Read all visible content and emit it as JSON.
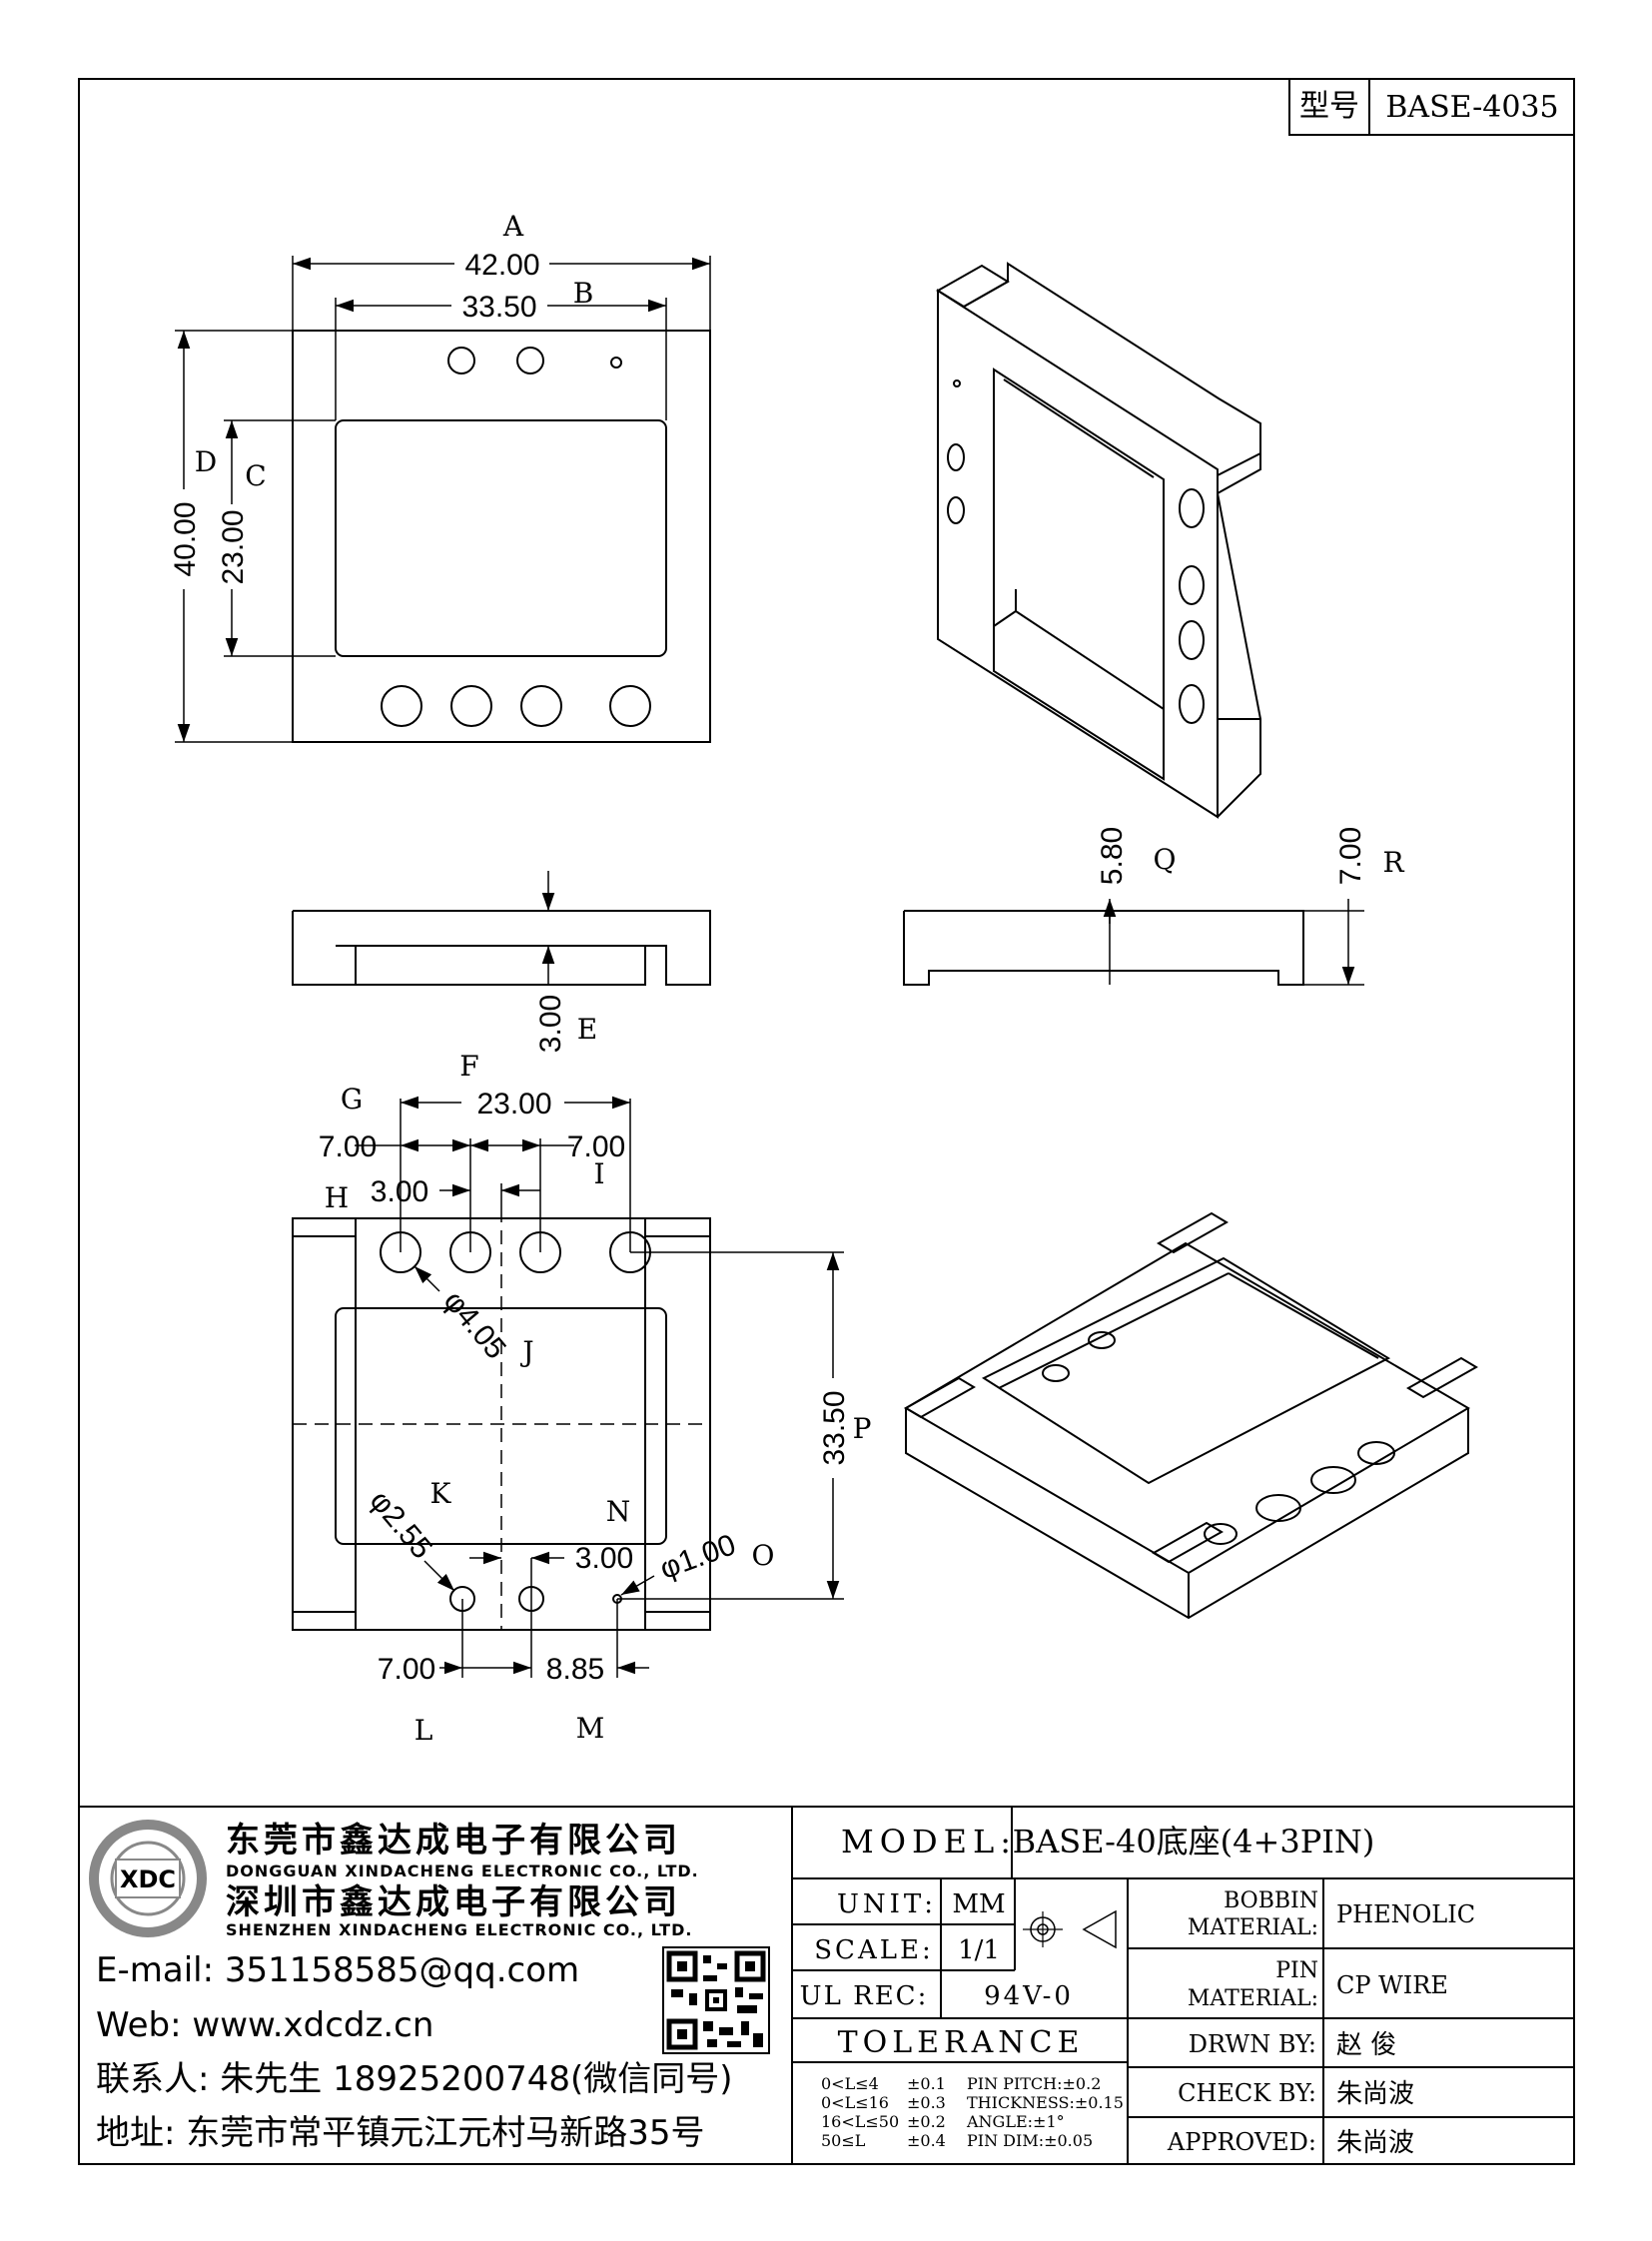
{
  "header": {
    "type_label": "型号",
    "model": "BASE-4035"
  },
  "dimensions": {
    "top": {
      "A": "A",
      "B": "B",
      "C": "C",
      "D": "D",
      "width_outer": "42.00",
      "width_inner": "33.50",
      "height_outer": "40.00",
      "height_inner": "23.00"
    },
    "front": {
      "E": "E",
      "step": "3.00"
    },
    "side": {
      "Q": "Q",
      "R": "R",
      "h1": "5.80",
      "h2": "7.00"
    },
    "bottom": {
      "F": "F",
      "G": "G",
      "H": "H",
      "I": "I",
      "J": "J",
      "K": "K",
      "L": "L",
      "M": "M",
      "N": "N",
      "O": "O",
      "P": "P",
      "span": "23.00",
      "left_pitch": "7.00",
      "right_pitch": "7.00",
      "half_pitch": "3.00",
      "pin_dia": "φ4.05",
      "small_pin_dia": "φ2.55",
      "tiny_dia": "φ1.00",
      "gap3": "3.00",
      "bottom_pitch": "7.00",
      "bottom_offset": "8.85",
      "vertical": "33.50"
    }
  },
  "company": {
    "name_cn_1": "东莞市鑫达成电子有限公司",
    "name_en_1": "DONGGUAN XINDACHENG ELECTRONIC CO., LTD.",
    "name_cn_2": "深圳市鑫达成电子有限公司",
    "name_en_2": "SHENZHEN XINDACHENG ELECTRONIC CO., LTD.",
    "email": "E-mail:  351158585@qq.com",
    "web": "Web:  www.xdcdz.cn",
    "contact": "联系人:  朱先生 18925200748(微信同号)",
    "address": "地址:  东莞市常平镇元江元村马新路35号",
    "logo_text": "XDC"
  },
  "title_block": {
    "model_label": "MODEL:",
    "model_value": "BASE-40底座(4+3PIN)",
    "unit_label": "UNIT:",
    "unit_value": "MM",
    "scale_label": "SCALE:",
    "scale_value": "1/1",
    "ul_label": "UL REC:",
    "ul_value": "94V-0",
    "tolerance_label": "TOLERANCE",
    "tolerances": [
      {
        "range": "0<L≤4",
        "tol": "±0.1",
        "spec": "PIN PITCH:±0.2"
      },
      {
        "range": "0<L≤16",
        "tol": "±0.3",
        "spec": "THICKNESS:±0.15"
      },
      {
        "range": "16<L≤50",
        "tol": "±0.2",
        "spec": "ANGLE:±1°"
      },
      {
        "range": "50≤L",
        "tol": "±0.4",
        "spec": "PIN DIM:±0.05"
      }
    ],
    "bobbin_label_1": "BOBBIN",
    "bobbin_label_2": "MATERIAL:",
    "bobbin_value": "PHENOLIC",
    "pin_label_1": "PIN",
    "pin_label_2": "MATERIAL:",
    "pin_value": "CP WIRE",
    "drawn_label": "DRWN BY:",
    "drawn_value": "赵  俊",
    "check_label": "CHECK BY:",
    "check_value": "朱尚波",
    "approved_label": "APPROVED:",
    "approved_value": "朱尚波"
  }
}
